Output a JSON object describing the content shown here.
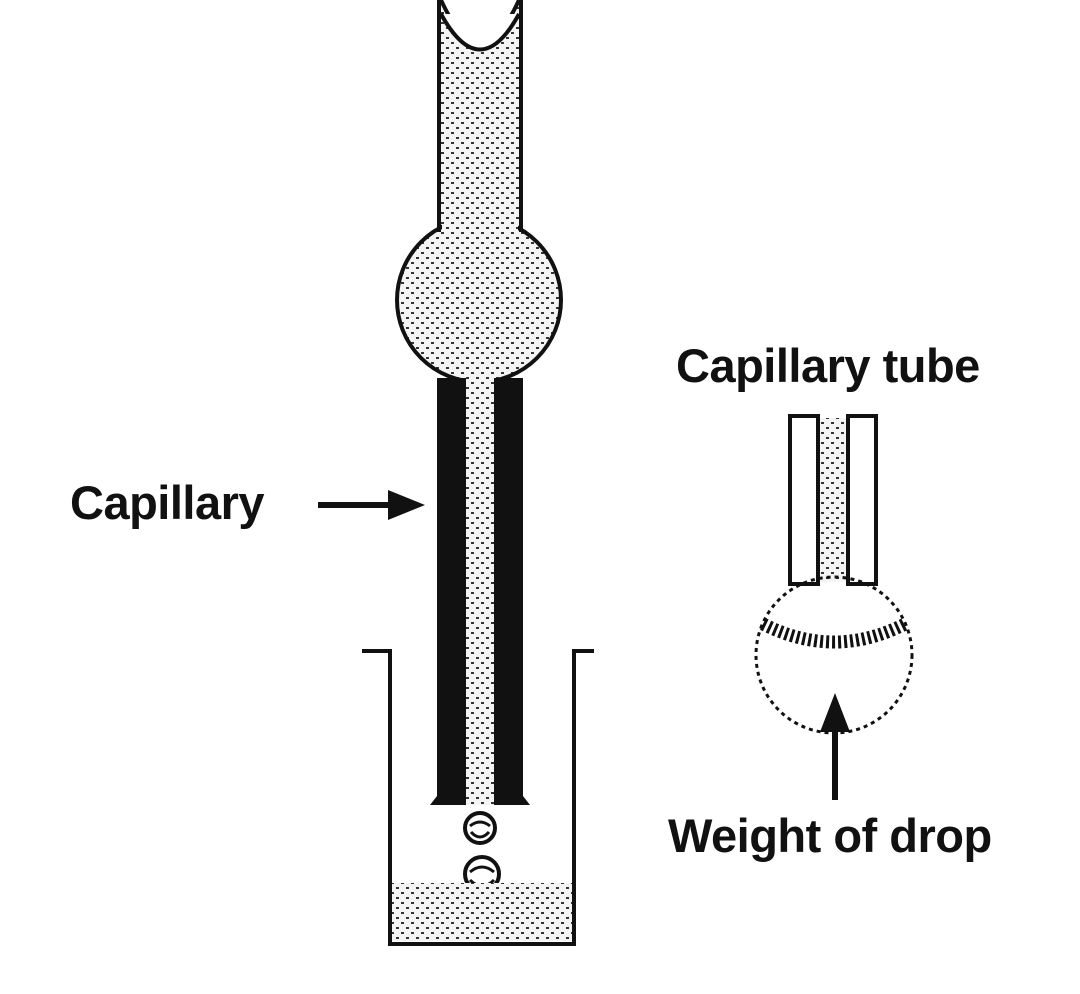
{
  "labels": {
    "capillary": "Capillary",
    "capillary_tube": "Capillary tube",
    "weight_of_drop": "Weight of drop"
  },
  "colors": {
    "ink": "#111111",
    "liquid_fill": "#f4f4f4",
    "background": "#ffffff"
  }
}
